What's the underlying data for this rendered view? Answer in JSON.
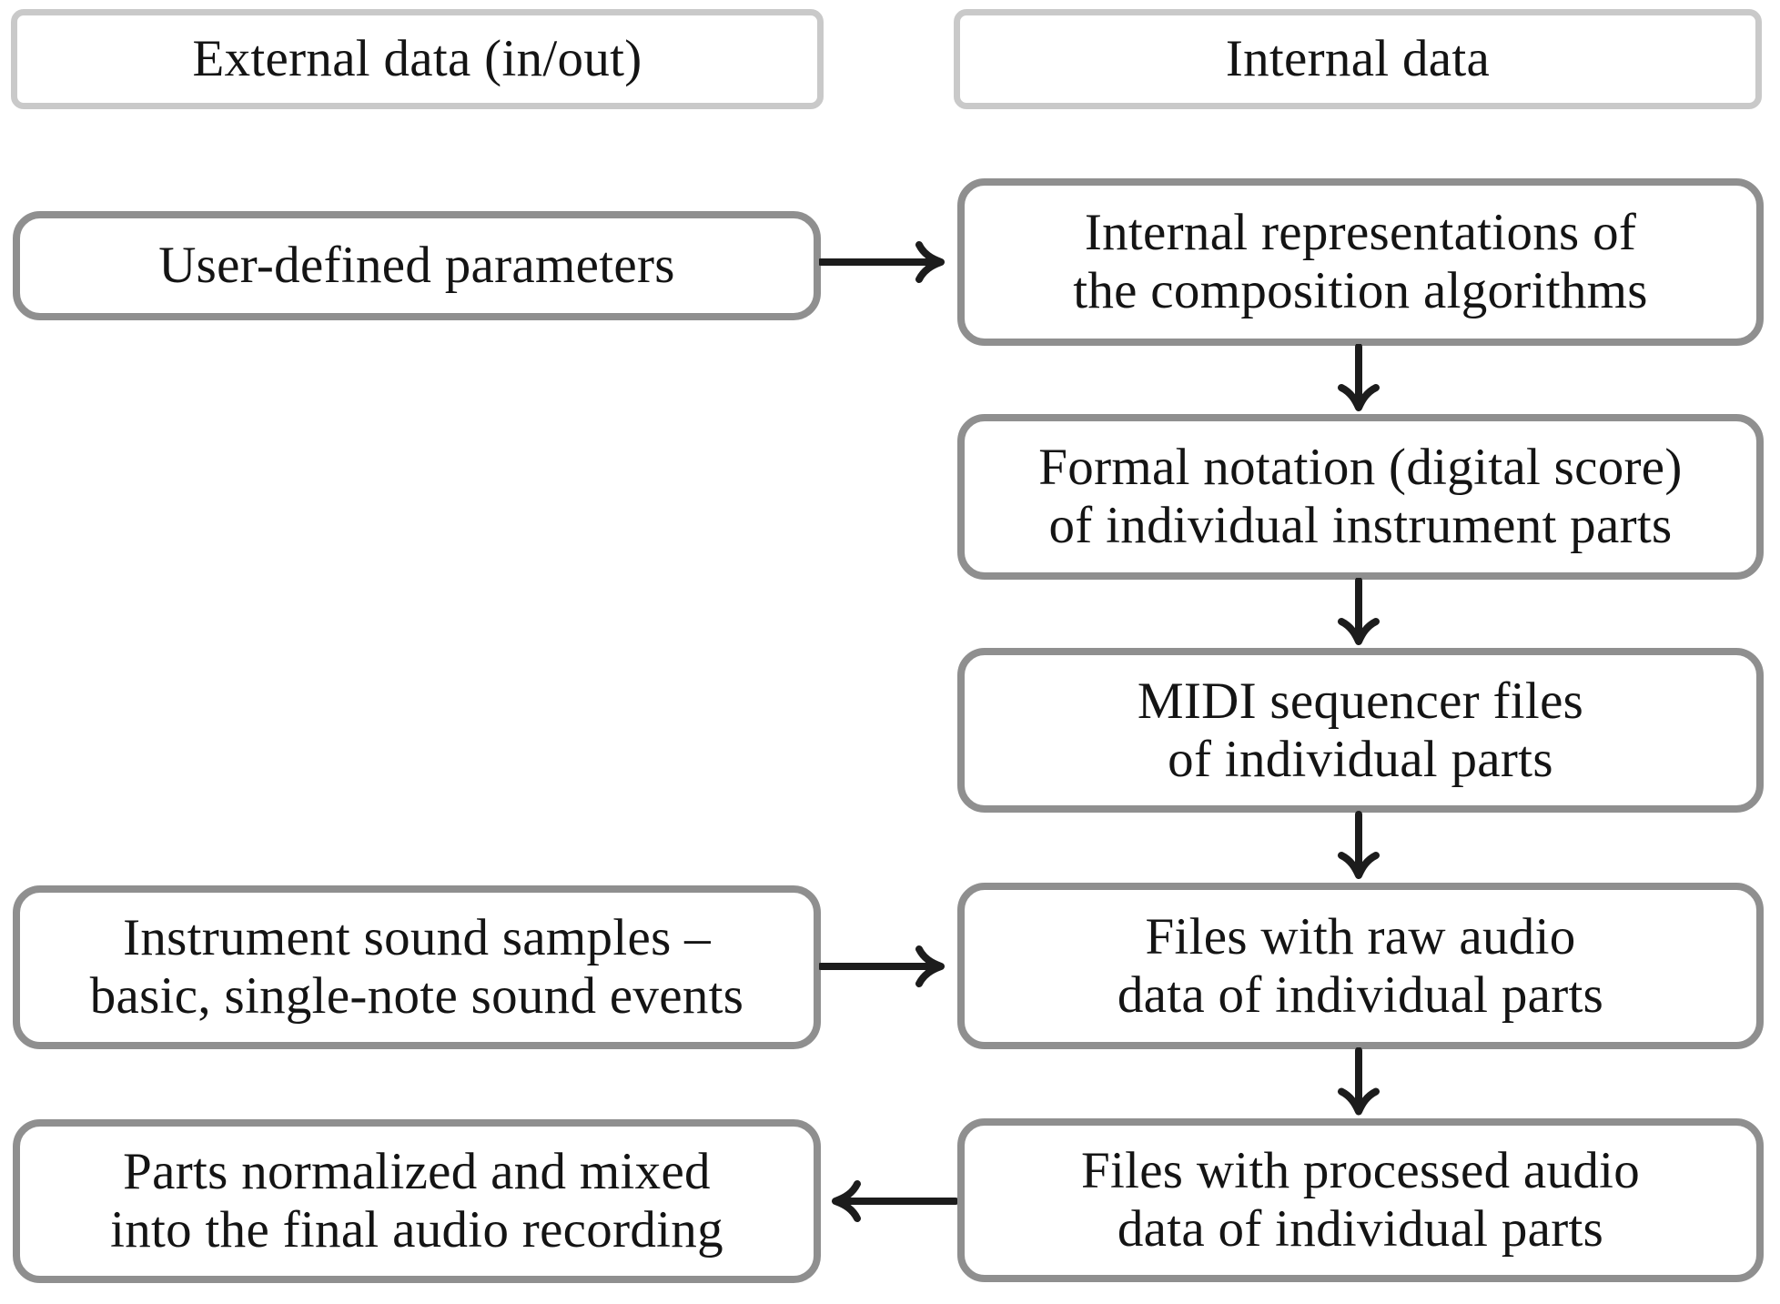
{
  "colors": {
    "background": "#ffffff",
    "header_border": "#c9c9c9",
    "box_border": "#8f8f8f",
    "arrow": "#1c1c1c",
    "text": "#141414"
  },
  "headers": {
    "external": {
      "label": "External data (in/out)"
    },
    "internal": {
      "label": "Internal data"
    }
  },
  "external_column": {
    "user_params": {
      "lines": [
        "User-defined parameters"
      ]
    },
    "instrument_samples": {
      "lines": [
        "Instrument sound samples –",
        "basic, single-note sound events"
      ]
    },
    "parts_normalized": {
      "lines": [
        "Parts normalized and mixed",
        "into the final audio recording"
      ]
    }
  },
  "internal_column": {
    "internal_repr": {
      "lines": [
        "Internal representations of",
        "the composition algorithms"
      ]
    },
    "formal_notation": {
      "lines": [
        "Formal notation (digital score)",
        "of individual instrument parts"
      ]
    },
    "midi_files": {
      "lines": [
        "MIDI sequencer files",
        "of individual parts"
      ]
    },
    "raw_audio": {
      "lines": [
        "Files with raw audio",
        "data of individual parts"
      ]
    },
    "processed_audio": {
      "lines": [
        "Files with processed audio",
        "data of individual parts"
      ]
    }
  },
  "icons": {
    "arrow_right": "arrow-right-icon",
    "arrow_left": "arrow-left-icon",
    "arrow_down": "arrow-down-icon"
  }
}
